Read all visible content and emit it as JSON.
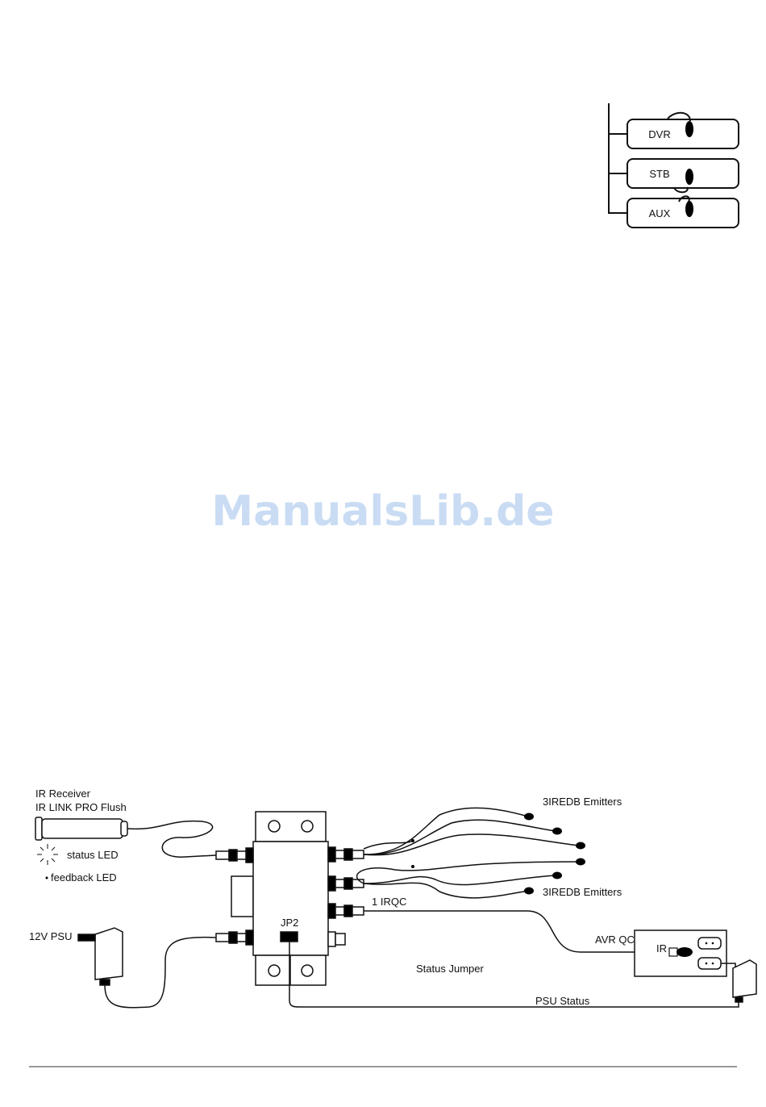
{
  "buttons": [
    "DVR",
    "STB",
    "AUX"
  ],
  "watermark": {
    "text": "ManualsLib.de",
    "color": "#c9dcf3"
  },
  "labels": {
    "ir_receiver": "IR Receiver",
    "ir_link_pro": "IR LINK PRO Flush",
    "status_led": "status LED",
    "feedback_led": "feedback LED",
    "emitters_top": "3IREDB Emitters",
    "emitters_bottom": "3IREDB Emitters",
    "irqc": "1 IRQC",
    "psu_12v": "12V PSU",
    "jp2": "JP2",
    "avr_qc": "AVR QC",
    "ir": "IR",
    "status_jumper": "Status Jumper",
    "psu_status": "PSU Status"
  },
  "colors": {
    "line": "#111111",
    "rule": "#333333"
  }
}
